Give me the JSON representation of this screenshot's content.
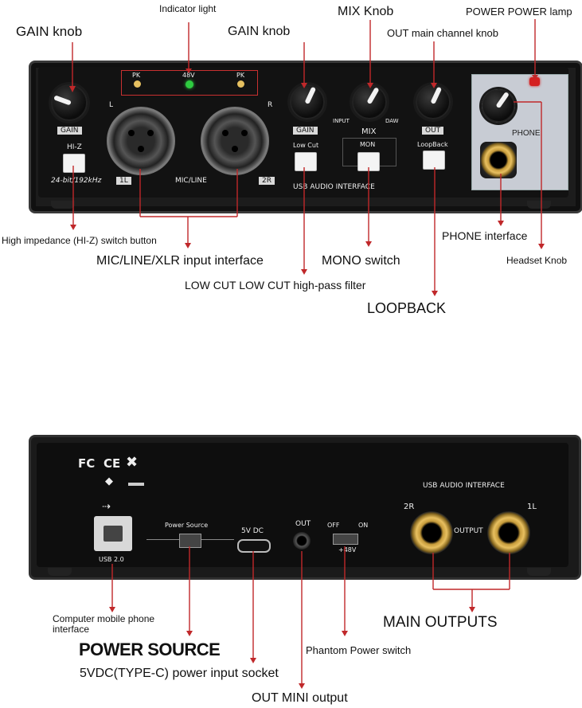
{
  "callouts": {
    "indicator_light": "Indicator light",
    "gain_knob_left": "GAIN knob",
    "gain_knob_right": "GAIN knob",
    "mix_knob": "MIX Knob",
    "power_lamp": "POWER POWER lamp",
    "out_knob": "OUT main channel knob",
    "hiz_button": "High impedance (HI-Z) switch button",
    "mic_line_input": "MIC/LINE/XLR input interface",
    "mono_switch": "MONO switch",
    "phone_interface": "PHONE interface",
    "headset_knob": "Headset Knob",
    "low_cut": "LOW CUT LOW CUT high-pass filter",
    "loopback": "LOOPBACK",
    "computer_phone_iface": "Computer mobile phone interface",
    "power_source": "POWER SOURCE",
    "power_socket": "5VDC(TYPE-C) power input socket",
    "phantom_switch": "Phantom Power switch",
    "main_outputs": "MAIN OUTPUTS",
    "out_mini": "OUT MINI output"
  },
  "front_panel": {
    "pk_left": "PK",
    "v48": "48V",
    "pk_right": "PK",
    "l": "L",
    "r": "R",
    "gain_left": "GAIN",
    "gain_right": "GAIN",
    "hiz": "HI-Z",
    "low_cut": "Low Cut",
    "input": "INPUT",
    "mix": "MIX",
    "daw": "DAW",
    "mon": "MON",
    "out": "OUT",
    "loopback": "LoopBack",
    "phone": "PHONE",
    "spec": "24-bit/192kHz",
    "ch1": "1L",
    "mic_line": "MIC/LINE",
    "ch2": "2R",
    "usb_iface": "USB AUDIO INTERFACE"
  },
  "rear_panel": {
    "fc": "FC",
    "ce": "CE",
    "usb_iface": "USB AUDIO INTERFACE",
    "usb2": "USB 2.0",
    "power_source": "Power Source",
    "dc": "5V DC",
    "out": "OUT",
    "off": "OFF",
    "on": "ON",
    "v48": "+48V",
    "r2": "2R",
    "l1": "1L",
    "output": "OUTPUT"
  },
  "colors": {
    "panel": "#141414",
    "bezel": "#2b2b2b",
    "led_green": "#2ecc40",
    "led_amber": "#e6c060",
    "led_red": "#d42020",
    "phone_bg": "#c8ccd4",
    "jack_gold": "#e8c060"
  }
}
